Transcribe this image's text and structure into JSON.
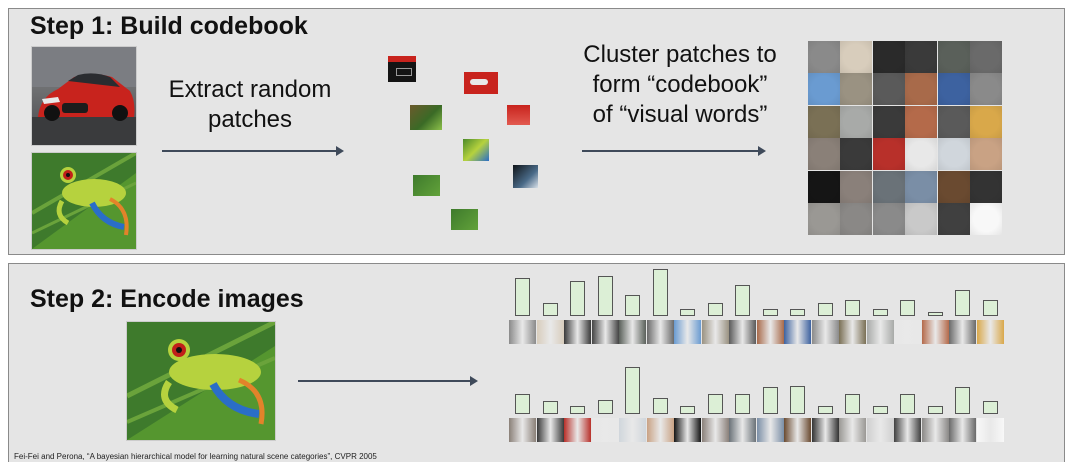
{
  "step1": {
    "title": "Step 1: Build codebook",
    "extract_label": "Extract random\npatches",
    "cluster_label": "Cluster patches to\nform “codebook”\nof “visual words”"
  },
  "step2": {
    "title": "Step 2: Encode images"
  },
  "citation": "Fei-Fei and Perona, “A bayesian hierarchical model for learning natural scene categories”, CVPR 2005",
  "colors": {
    "panel_bg": "#e5e5e5",
    "arrow": "#3f4a5a",
    "bar_fill": "#dcefd6"
  },
  "icons": [
    "car-photo",
    "frog-photo",
    "frog-photo-step2"
  ],
  "codebook": [
    "#8a8a8a",
    "#d8cdbc",
    "#2a2a2a",
    "#3a3a3a",
    "#5a605a",
    "#6a6a6a",
    "#6a9bd1",
    "#9a9282",
    "#5a5a5a",
    "#a86a4a",
    "#3d62a0",
    "#8a8a8a",
    "#7a7055",
    "#a8aaa8",
    "#3a3a3a",
    "#b46a4a",
    "#5a5a5a",
    "#d9a84a",
    "#8a8078",
    "#3a3a3a",
    "#b8302a",
    "#e8e8e8",
    "#d0d6dc",
    "#c9a284",
    "#151515",
    "#8a807a",
    "#6a7278",
    "#7a8ea6",
    "#6a4a30",
    "#333333",
    "#9a9894",
    "#8a8886",
    "#8a8a8a",
    "#c9c9c9",
    "#404040",
    "#f8f8f8"
  ],
  "histogram1": {
    "values": [
      0.8,
      0.27,
      0.75,
      0.85,
      0.45,
      1.0,
      0.15,
      0.27,
      0.65,
      0.15,
      0.15,
      0.27,
      0.35,
      0.15,
      0.35,
      0.08,
      0.55,
      0.35
    ],
    "colors": [
      "#8a8a8a",
      "#d8cdbc",
      "#3a3a3a",
      "#444444",
      "#5a605a",
      "#6a6a6a",
      "#6a9bd1",
      "#9a9282",
      "#5a5a5a",
      "#a86a4a",
      "#3d62a0",
      "#8a8a8a",
      "#7a7055",
      "#a8aaa8",
      "#e8e8e8",
      "#b46a4a",
      "#6a6a6a",
      "#d9a84a"
    ]
  },
  "histogram2": {
    "values": [
      0.43,
      0.27,
      0.17,
      0.3,
      1.0,
      0.34,
      0.17,
      0.43,
      0.43,
      0.57,
      0.6,
      0.17,
      0.43,
      0.17,
      0.43,
      0.17,
      0.57,
      0.27
    ],
    "colors": [
      "#8a8078",
      "#3a3a3a",
      "#b8302a",
      "#e8e8e8",
      "#d0d6dc",
      "#c9a284",
      "#151515",
      "#8a807a",
      "#6a7278",
      "#7a8ea6",
      "#6a4a30",
      "#333333",
      "#9a9894",
      "#d0d0d0",
      "#404040",
      "#8a8886",
      "#6a6a6a",
      "#f8f8f8"
    ]
  }
}
